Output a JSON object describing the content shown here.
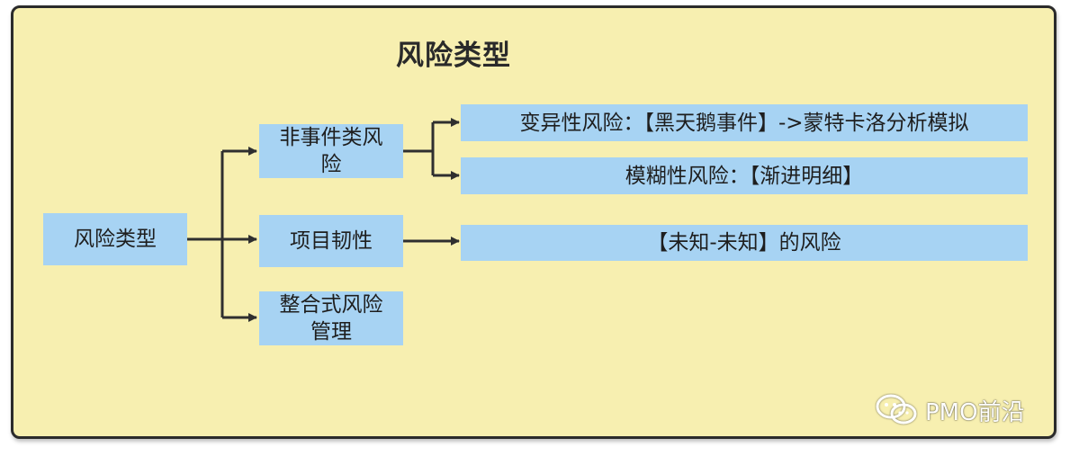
{
  "title": "风险类型",
  "root": {
    "label": "风险类型"
  },
  "level1": [
    {
      "label": "非事件类风险",
      "children": [
        "变异性风险：【黑天鹅事件】->蒙特卡洛分析模拟",
        "模糊性风险：【渐进明细】"
      ]
    },
    {
      "label": "项目韧性",
      "children": [
        "【未知-未知】的风险"
      ]
    },
    {
      "label": "整合式风险管理",
      "children": []
    }
  ],
  "watermark": {
    "text": "PMO前沿",
    "icon": "wechat-icon"
  },
  "colors": {
    "background": "#f7efb0",
    "node": "#a7d3f3",
    "edge": "#2f2f2f",
    "border": "#2b2b2b"
  }
}
